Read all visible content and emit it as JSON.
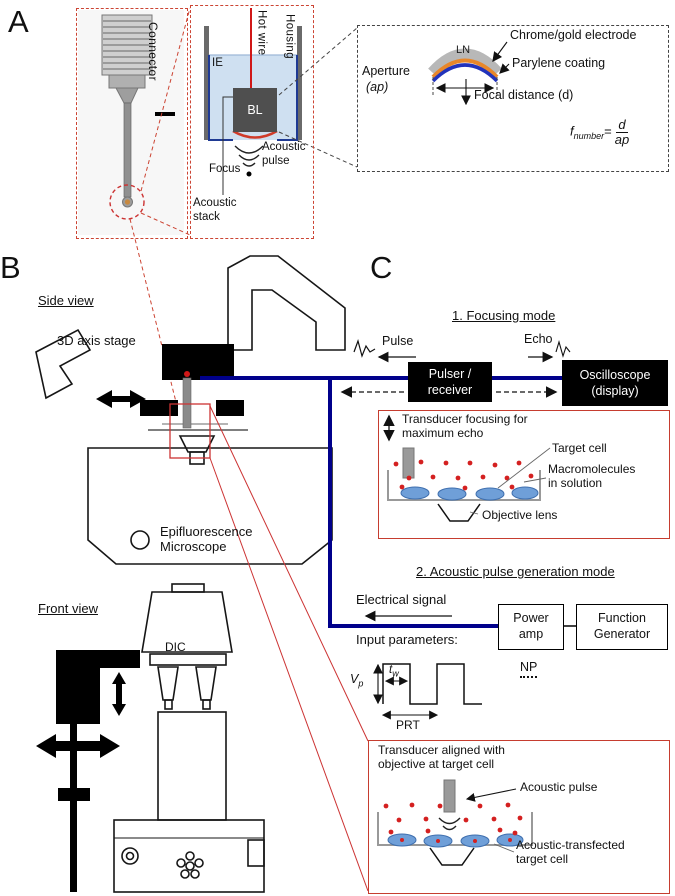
{
  "colors": {
    "accent_red": "#c63d2f",
    "signal_blue": "#00008B",
    "cell_blue": "#6f9fd8",
    "macromolecule_red": "#d42020",
    "electrode_orange": "#e8872a",
    "coating_blue": "#2233bb"
  },
  "panel_a": {
    "label": "A",
    "photo": {
      "connector": "Connector"
    },
    "schematic": {
      "hot_wire": "Hot wire",
      "housing": "Housing",
      "ie": "IE",
      "bl": "BL",
      "acoustic_pulse": "Acoustic pulse",
      "focus": "Focus",
      "acoustic_stack": "Acoustic stack"
    },
    "lens_detail": {
      "ln": "LN",
      "chrome_gold_electrode": "Chrome/gold electrode",
      "parylene_coating": "Parylene coating",
      "aperture": "Aperture",
      "aperture_symbol": "(ap)",
      "focal_distance": "Focal distance (d)",
      "formula": {
        "f": "f",
        "subscript": "number",
        "equals": "=",
        "numerator": "d",
        "denominator": "ap"
      }
    }
  },
  "panel_b": {
    "label": "B",
    "side_view_title": "Side view",
    "stage_label": "3D axis stage",
    "microscope_line1": "Epifluorescence",
    "microscope_line2": "Microscope",
    "front_view_title": "Front view",
    "dic": "DIC"
  },
  "panel_c": {
    "label": "C",
    "mode1": {
      "title": "1. Focusing mode",
      "pulse": "Pulse",
      "echo": "Echo",
      "pulser_line1": "Pulser /",
      "pulser_line2": "receiver",
      "oscilloscope_line1": "Oscilloscope",
      "oscilloscope_line2": "(display)",
      "focus_box": {
        "title_line1": "Transducer focusing for",
        "title_line2": "maximum echo",
        "target_cell": "Target cell",
        "macromolecules_line1": "Macromolecules",
        "macromolecules_line2": "in solution",
        "objective_lens": "Objective lens"
      }
    },
    "mode2": {
      "title": "2. Acoustic pulse generation mode",
      "electrical_signal": "Electrical signal",
      "power_amp_line1": "Power",
      "power_amp_line2": "amp",
      "function_generator_line1": "Function",
      "function_generator_line2": "Generator",
      "input_parameters": "Input parameters:",
      "waveform": {
        "vp_main": "V",
        "vp_sub": "p",
        "tw_main": "t",
        "tw_sub": "w",
        "np": "NP",
        "prt": "PRT"
      },
      "pulse_box": {
        "title_line1": "Transducer aligned with",
        "title_line2": "objective at target cell",
        "acoustic_pulse": "Acoustic pulse",
        "transfected_line1": "Acoustic-transfected",
        "transfected_line2": "target cell"
      }
    }
  }
}
